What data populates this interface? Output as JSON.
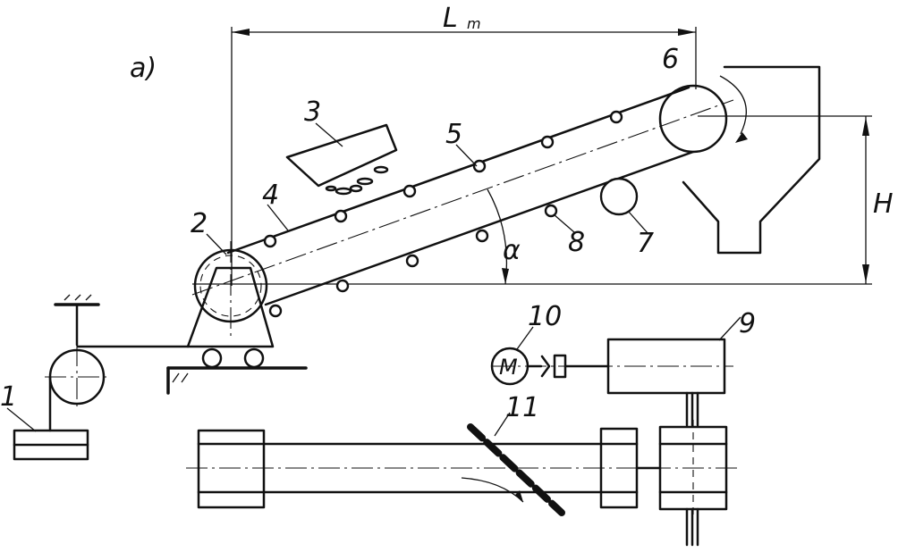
{
  "figure": {
    "panel_label": "a)",
    "dimension_length": "L",
    "dimension_length_subscript": "m",
    "dimension_height": "H",
    "angle_label": "α",
    "motor_symbol": "M"
  },
  "callouts": [
    "1",
    "2",
    "3",
    "4",
    "5",
    "6",
    "7",
    "8",
    "9",
    "10",
    "11"
  ]
}
